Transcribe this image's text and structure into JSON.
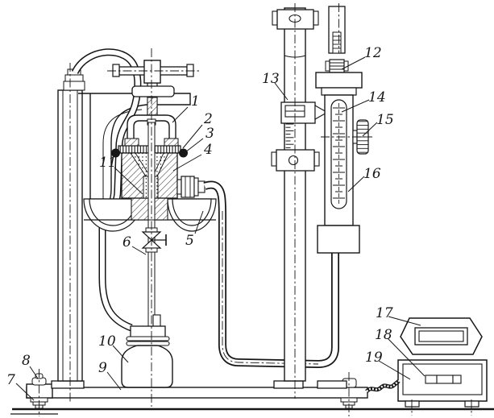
{
  "figure": {
    "kind": "technical-line-drawing",
    "description_visible_text_only": true,
    "ink_color": "#161616",
    "paper_color": "#ffffff"
  },
  "callouts": {
    "c1": "1",
    "c2": "2",
    "c3": "3",
    "c4": "4",
    "c5": "5",
    "c6": "6",
    "c7": "7",
    "c8": "8",
    "c9": "9",
    "c10": "10",
    "c11": "11",
    "c12": "12",
    "c13": "13",
    "c14": "14",
    "c15": "15",
    "c16": "16",
    "c17": "17",
    "c18": "18",
    "c19": "19"
  }
}
